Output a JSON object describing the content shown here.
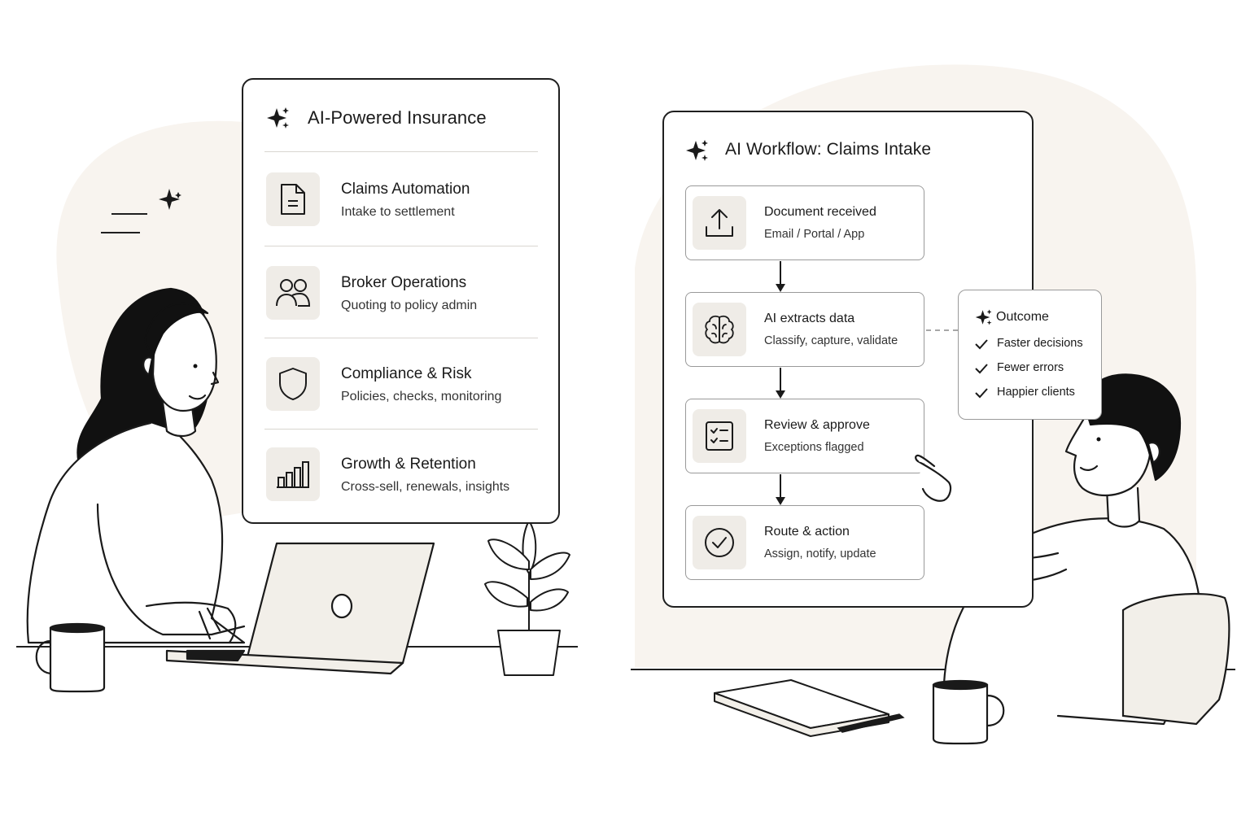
{
  "left_panel": {
    "title": "AI-Powered Insurance",
    "items": [
      {
        "title": "Claims Automation",
        "subtitle": "Intake to settlement",
        "icon": "document-icon"
      },
      {
        "title": "Broker Operations",
        "subtitle": "Quoting to policy admin",
        "icon": "users-icon"
      },
      {
        "title": "Compliance & Risk",
        "subtitle": "Policies, checks, monitoring",
        "icon": "shield-icon"
      },
      {
        "title": "Growth & Retention",
        "subtitle": "Cross-sell, renewals, insights",
        "icon": "bar-chart-icon"
      }
    ]
  },
  "workflow_panel": {
    "title": "AI Workflow: Claims Intake",
    "steps": [
      {
        "title": "Document received",
        "subtitle": "Email / Portal / App",
        "icon": "upload-icon"
      },
      {
        "title": "AI extracts data",
        "subtitle": "Classify, capture, validate",
        "icon": "brain-icon"
      },
      {
        "title": "Review & approve",
        "subtitle": "Exceptions flagged",
        "icon": "checklist-icon"
      },
      {
        "title": "Route & action",
        "subtitle": "Assign, notify, update",
        "icon": "check-circle-icon"
      }
    ]
  },
  "outcome_card": {
    "title": "Outcome",
    "items": [
      "Faster decisions",
      "Fewer errors",
      "Happier clients"
    ]
  },
  "colors": {
    "ink": "#1a1a1a",
    "icon_tile": "#efece7",
    "backdrop_blob": "#f8f4ef"
  }
}
